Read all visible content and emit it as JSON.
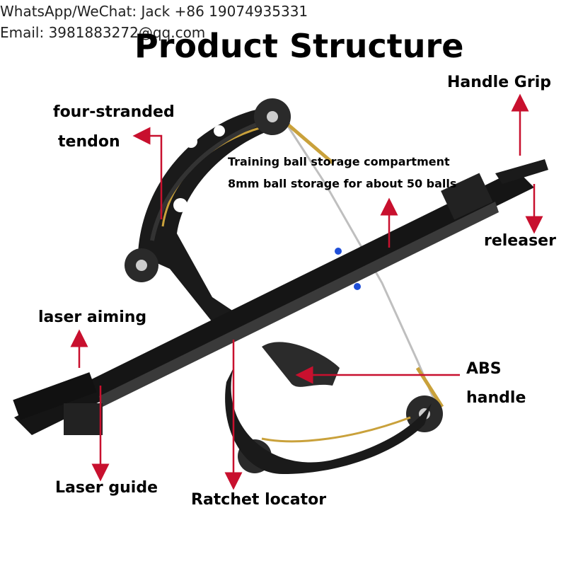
{
  "header": {
    "contact_line1": "WhatsApp/WeChat: Jack +86 19074935331",
    "contact_line2": "Email: 3981883272@qq.com",
    "title": "Product Structure"
  },
  "labels": {
    "handle_grip": "Handle Grip",
    "four_stranded_line1": "four-stranded",
    "four_stranded_line2": "tendon",
    "storage_line1": "Training ball storage compartment",
    "storage_line2": "8mm ball storage for about 50 balls",
    "releaser": "releaser",
    "laser_aiming": "laser aiming",
    "abs_line1": "ABS",
    "abs_line2": "handle",
    "laser_guide": "Laser guide",
    "ratchet_locator": "Ratchet locator"
  },
  "colors": {
    "arrow": "#c8102e",
    "body": "#1a1a1a",
    "string": "#c9a13b",
    "accent": "#1f4fd8"
  }
}
